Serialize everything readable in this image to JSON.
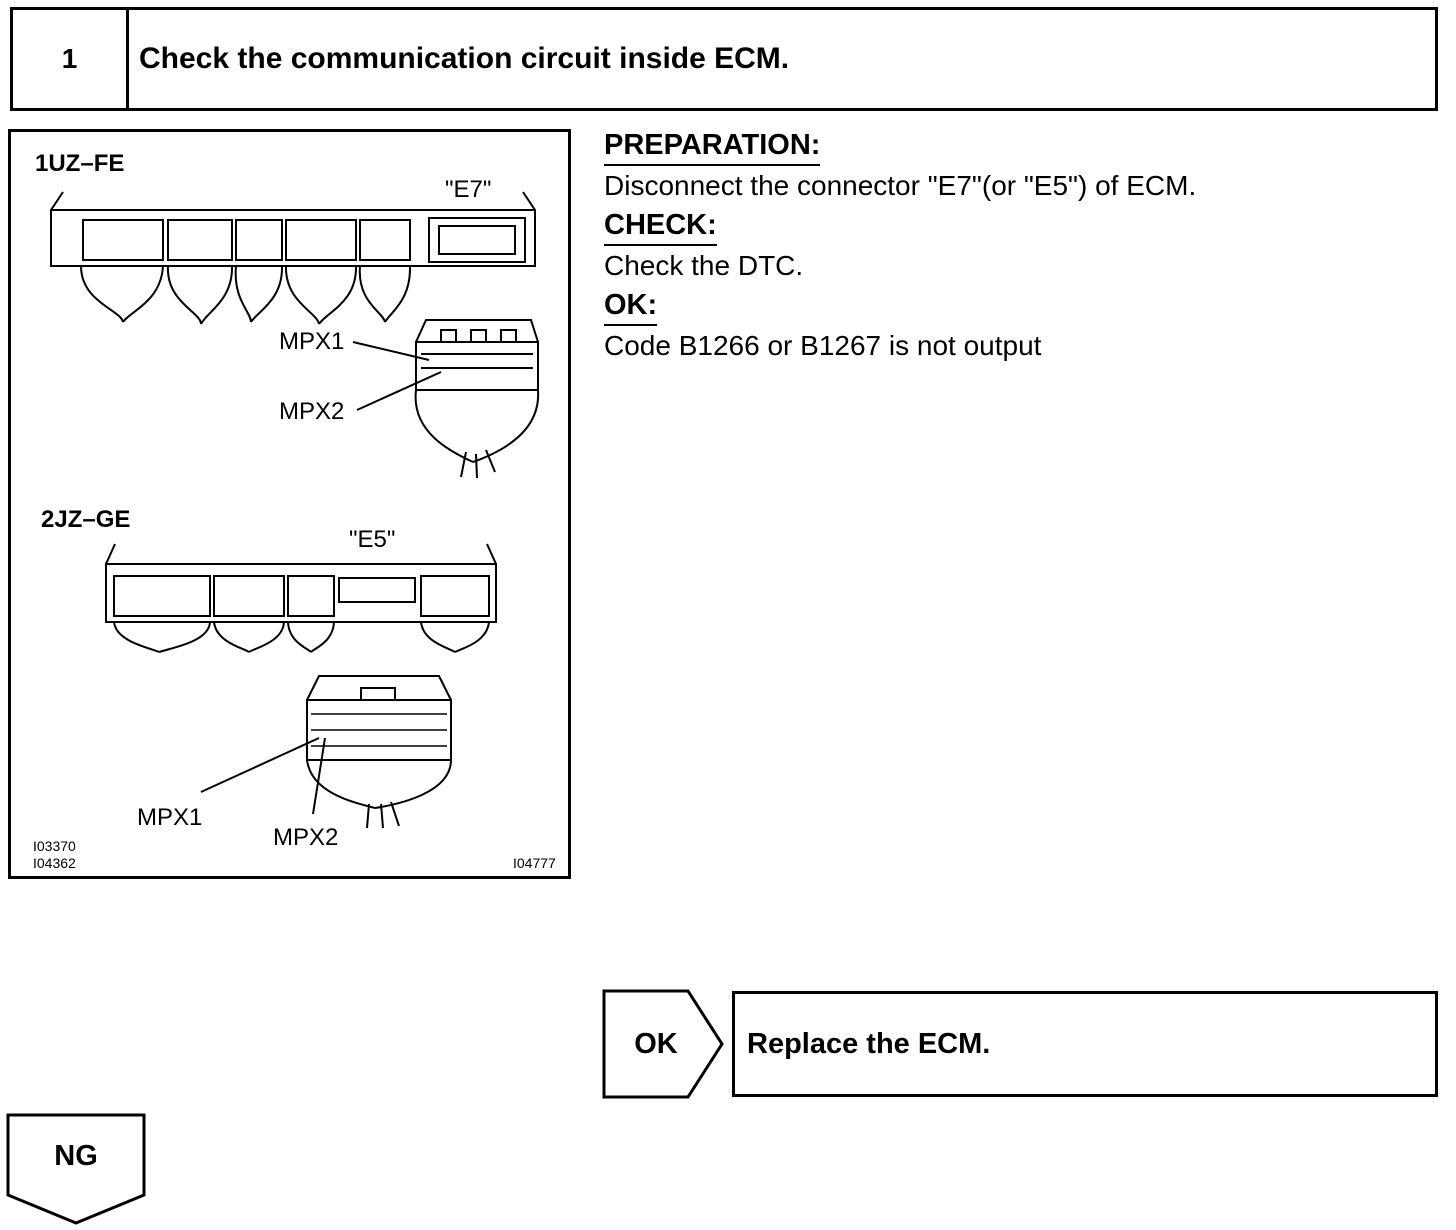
{
  "step": {
    "number": "1",
    "title": "Check the communication circuit inside ECM."
  },
  "figure": {
    "engine1": {
      "label": "1UZ–FE",
      "connector": "\"E7\"",
      "pin1": "MPX1",
      "pin2": "MPX2"
    },
    "engine2": {
      "label": "2JZ–GE",
      "connector": "\"E5\"",
      "pin1": "MPX1",
      "pin2": "MPX2"
    },
    "codes_left": [
      "I03370",
      "I04362"
    ],
    "code_right": "I04777"
  },
  "procedure": {
    "preparation_heading": "PREPARATION:",
    "preparation_text": "Disconnect the connector \"E7\"(or \"E5\") of ECM.",
    "check_heading": "CHECK:",
    "check_text": "Check the DTC.",
    "ok_heading": "OK:",
    "ok_text": "Code B1266 or B1267 is not output"
  },
  "results": {
    "ok_label": "OK",
    "ok_action": "Replace the ECM.",
    "ng_label": "NG"
  }
}
